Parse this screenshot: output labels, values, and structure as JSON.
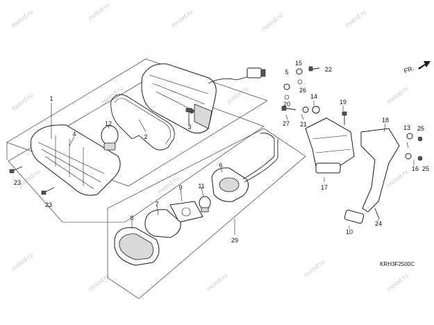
{
  "drawing_code": "KRH3F2500C",
  "direction_label": "FR.",
  "watermark": "motod.ru",
  "callouts": [
    {
      "id": "1",
      "label": "1"
    },
    {
      "id": "2",
      "label": "2"
    },
    {
      "id": "3",
      "label": "3"
    },
    {
      "id": "4",
      "label": "4"
    },
    {
      "id": "5",
      "label": "5"
    },
    {
      "id": "6",
      "label": "6"
    },
    {
      "id": "7",
      "label": "7"
    },
    {
      "id": "8",
      "label": "8"
    },
    {
      "id": "9",
      "label": "9"
    },
    {
      "id": "10",
      "label": "10"
    },
    {
      "id": "11",
      "label": "11"
    },
    {
      "id": "12",
      "label": "12"
    },
    {
      "id": "13",
      "label": "13"
    },
    {
      "id": "14",
      "label": "14"
    },
    {
      "id": "15a",
      "label": "15"
    },
    {
      "id": "15b",
      "label": "15"
    },
    {
      "id": "16",
      "label": "16"
    },
    {
      "id": "17",
      "label": "17"
    },
    {
      "id": "18",
      "label": "18"
    },
    {
      "id": "19",
      "label": "19"
    },
    {
      "id": "20",
      "label": "20"
    },
    {
      "id": "21",
      "label": "21"
    },
    {
      "id": "22",
      "label": "22"
    },
    {
      "id": "23a",
      "label": "23"
    },
    {
      "id": "23b",
      "label": "23"
    },
    {
      "id": "24",
      "label": "24"
    },
    {
      "id": "25a",
      "label": "25"
    },
    {
      "id": "25b",
      "label": "25"
    },
    {
      "id": "26",
      "label": "26"
    },
    {
      "id": "27",
      "label": "27"
    },
    {
      "id": "29",
      "label": "29"
    }
  ]
}
